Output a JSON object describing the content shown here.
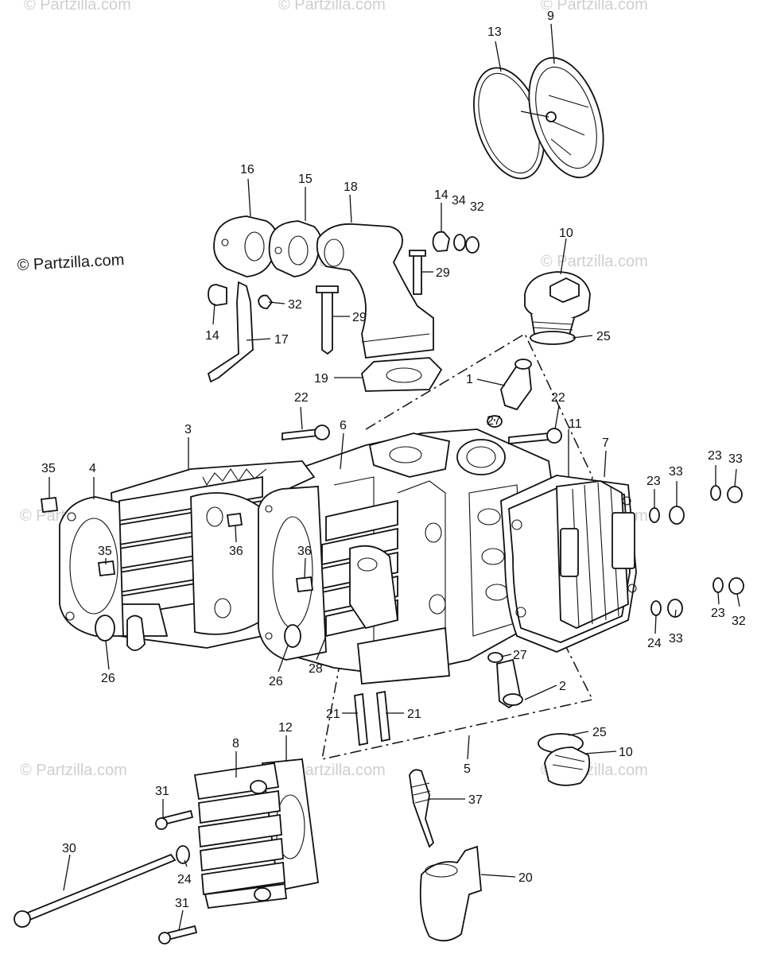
{
  "copyright": "© Partzilla.com",
  "watermark_text": "© Partzilla.com",
  "callouts": {
    "c13": "13",
    "c9": "9",
    "c16": "16",
    "c15": "15",
    "c18": "18",
    "c14a": "14",
    "c34": "34",
    "c32a": "32",
    "c10a": "10",
    "c29a": "29",
    "c32b": "32",
    "c14b": "14",
    "c29b": "29",
    "c17": "17",
    "c25a": "25",
    "c1": "1",
    "c19": "19",
    "c22a": "22",
    "c22b": "22",
    "c27a": "27",
    "c11": "11",
    "c3": "3",
    "c6": "6",
    "c7": "7",
    "c35a": "35",
    "c4": "4",
    "c23a": "23",
    "c33a": "33",
    "c23b": "23",
    "c33b": "33",
    "c36a": "36",
    "c35b": "35",
    "c36b": "36",
    "c23c": "23",
    "c32c": "32",
    "c24a": "24",
    "c33c": "33",
    "c26a": "26",
    "c26b": "26",
    "c28": "28",
    "c27b": "27",
    "c2": "2",
    "c21a": "21",
    "c21b": "21",
    "c25b": "25",
    "c10b": "10",
    "c5": "5",
    "c12": "12",
    "c8": "8",
    "c31a": "31",
    "c37": "37",
    "c30": "30",
    "c24b": "24",
    "c20": "20",
    "c31b": "31"
  }
}
